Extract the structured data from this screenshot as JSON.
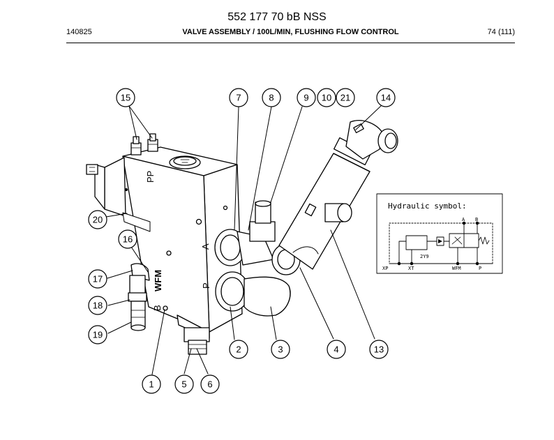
{
  "header": {
    "doc_number": "552 177 70 bB NSS",
    "date_code": "140825",
    "title": "VALVE ASSEMBLY / 100L/MIN, FLUSHING FLOW CONTROL",
    "page": "74 (111)"
  },
  "callouts": [
    "15",
    "7",
    "8",
    "9",
    "10",
    "21",
    "14",
    "20",
    "16",
    "17",
    "18",
    "19",
    "2",
    "3",
    "4",
    "13",
    "1",
    "5",
    "6"
  ],
  "body_marks": {
    "pp": "PP",
    "a": "A",
    "p": "P",
    "b": "B",
    "wfm": "WFM"
  },
  "hydraulic_symbol": {
    "title": "Hydraulic symbol:",
    "ports": {
      "a": "A",
      "b": "B",
      "xp": "XP",
      "xt": "XT",
      "wfm": "WFM",
      "p": "P"
    },
    "solenoid": "2Y9"
  }
}
